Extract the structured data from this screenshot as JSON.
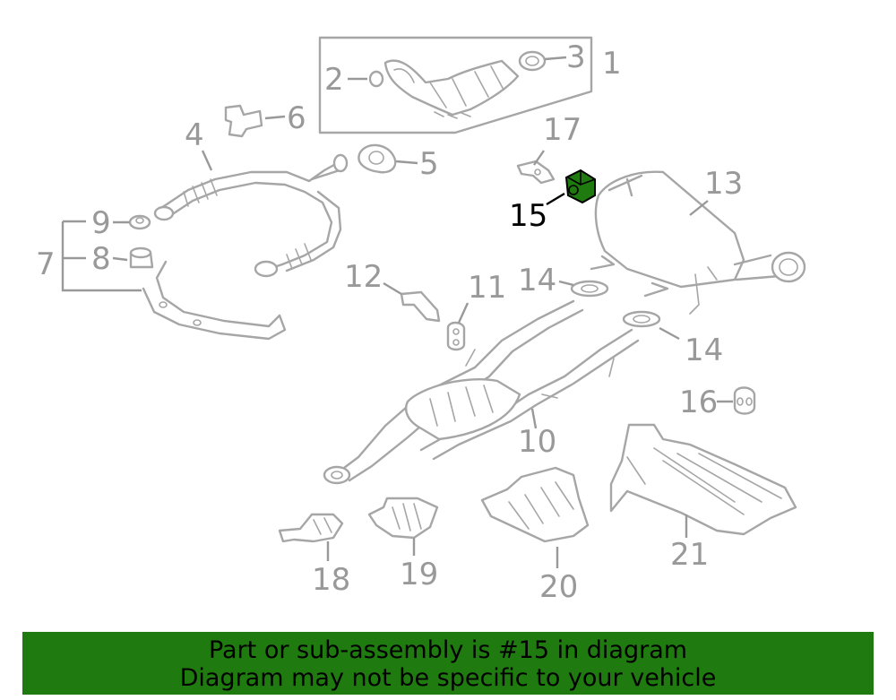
{
  "callouts": {
    "c1": "1",
    "c2": "2",
    "c3": "3",
    "c4": "4",
    "c5": "5",
    "c6": "6",
    "c7": "7",
    "c8": "8",
    "c9": "9",
    "c10": "10",
    "c11": "11",
    "c12": "12",
    "c13": "13",
    "c14a": "14",
    "c14b": "14",
    "c15": "15",
    "c16": "16",
    "c17": "17",
    "c18": "18",
    "c19": "19",
    "c20": "20",
    "c21": "21"
  },
  "highlight": {
    "part": "15",
    "color": "#1f7a0f"
  },
  "banner": {
    "line1": "Part or sub-assembly is #15 in diagram",
    "line2": "Diagram may not be specific to your vehicle",
    "background": "#1f7a0f"
  }
}
